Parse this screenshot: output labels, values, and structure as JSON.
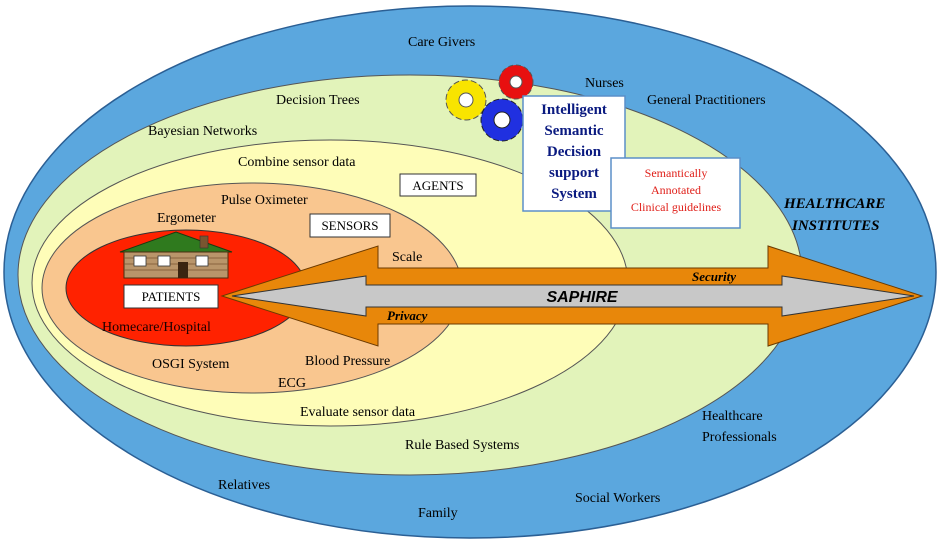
{
  "colors": {
    "outer": "#5ba7de",
    "green": "#e2f3ba",
    "yellow": "#fefdb8",
    "orange": "#f9c68f",
    "core": "#ff2200",
    "arrow_orange": "#e8870a",
    "arrow_gray": "#c8c8c8",
    "dss_text": "#0a1a80",
    "guideline_text": "#e0201a"
  },
  "labels": {
    "care_givers": "Care Givers",
    "nurses": "Nurses",
    "decision_trees": "Decision Trees",
    "general_practitioners": "General Practitioners",
    "bayesian_networks": "Bayesian Networks",
    "combine_sensor_data": "Combine sensor data",
    "agents": "AGENTS",
    "pulse_oximeter": "Pulse Oximeter",
    "ergometer": "Ergometer",
    "sensors": "SENSORS",
    "scale": "Scale",
    "patients": "PATIENTS",
    "homecare_hospital": "Homecare/Hospital",
    "osgi_system": "OSGI System",
    "blood_pressure": "Blood Pressure",
    "ecg": "ECG",
    "evaluate_sensor_data": "Evaluate sensor data",
    "rule_based_systems": "Rule Based Systems",
    "healthcare_professionals_1": "Healthcare",
    "healthcare_professionals_2": "Professionals",
    "relatives": "Relatives",
    "family": "Family",
    "social_workers": "Social Workers",
    "healthcare_institutes_1": "HEALTHCARE",
    "healthcare_institutes_2": "INSTITUTES",
    "security": "Security",
    "privacy": "Privacy",
    "saphire": "SAPHIRE"
  },
  "dss_box": {
    "lines": [
      "Intelligent",
      "Semantic",
      "Decision",
      "support",
      "System"
    ]
  },
  "guidelines_box": {
    "lines": [
      "Semantically",
      "Annotated",
      "Clinical guidelines"
    ]
  },
  "icons": {
    "gears": [
      "gear-yellow-icon",
      "gear-red-icon",
      "gear-blue-icon"
    ],
    "house": "house-icon"
  }
}
